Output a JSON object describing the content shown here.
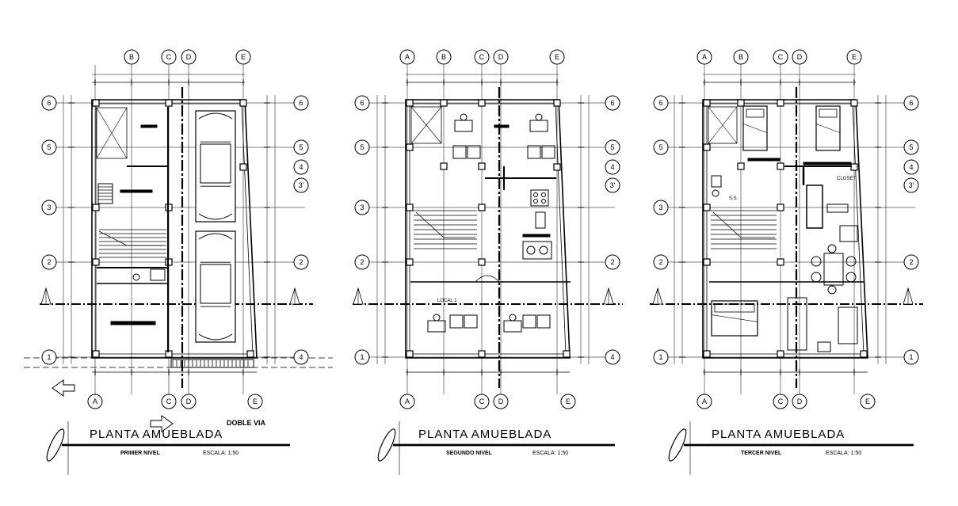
{
  "plans": [
    {
      "title": "PLANTA AMUEBLADA",
      "subtitle": "PRIMER NIVEL",
      "scale": "ESCALA: 1:50",
      "top_axes": [
        "B",
        "C",
        "D",
        "E"
      ],
      "bottom_axes": [
        "A",
        "C",
        "D",
        "E"
      ],
      "left_axes": [
        "6",
        "5",
        "3",
        "2",
        "1"
      ],
      "right_axes": [
        "6",
        "5",
        "4",
        "3'",
        "2",
        "4"
      ]
    },
    {
      "title": "PLANTA AMUEBLADA",
      "subtitle": "SEGUNDO NIVEL",
      "scale": "ESCALA: 1:50",
      "top_axes": [
        "A",
        "B",
        "C",
        "D",
        "E"
      ],
      "bottom_axes": [
        "A",
        "C",
        "D",
        "E"
      ],
      "left_axes": [
        "6",
        "5",
        "3",
        "2",
        "1"
      ],
      "right_axes": [
        "6",
        "5",
        "4",
        "3'",
        "2",
        "4"
      ],
      "label_local": "LOCAL 1"
    },
    {
      "title": "PLANTA AMUEBLADA",
      "subtitle": "TERCER NIVEL",
      "scale": "ESCALA: 1:50",
      "top_axes": [
        "A",
        "B",
        "C",
        "D",
        "E"
      ],
      "bottom_axes": [
        "A",
        "C",
        "D",
        "E"
      ],
      "left_axes": [
        "6",
        "5",
        "3",
        "2",
        "1"
      ],
      "right_axes": [
        "6",
        "5",
        "4",
        "3'",
        "2",
        "1"
      ],
      "label_closet": "CLOSET",
      "label_ss": "S.S."
    }
  ],
  "street_label": "DOBLE VIA"
}
